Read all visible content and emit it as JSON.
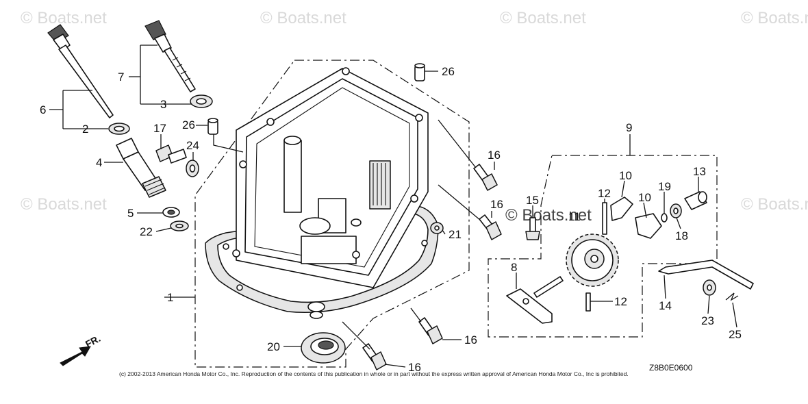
{
  "watermark": "© Boats.net",
  "copyright": "(c) 2002-2013 American Honda Motor Co., Inc. Reproduction of the contents of this publication in whole or in part without the express written approval of American Honda Motor Co., Inc is prohibited.",
  "diagram_code": "Z8B0E0600",
  "front_label": "FR.",
  "callouts": {
    "c1": "1",
    "c2": "2",
    "c3": "3",
    "c4": "4",
    "c5": "5",
    "c6": "6",
    "c7": "7",
    "c8": "8",
    "c9": "9",
    "c10a": "10",
    "c10b": "10",
    "c11": "11",
    "c12a": "12",
    "c12b": "12",
    "c13": "13",
    "c14": "14",
    "c15": "15",
    "c16a": "16",
    "c16b": "16",
    "c16c": "16",
    "c16d": "16",
    "c17": "17",
    "c18": "18",
    "c19": "19",
    "c20": "20",
    "c21": "21",
    "c22": "22",
    "c23": "23",
    "c24": "24",
    "c25": "25",
    "c26a": "26",
    "c26b": "26"
  }
}
